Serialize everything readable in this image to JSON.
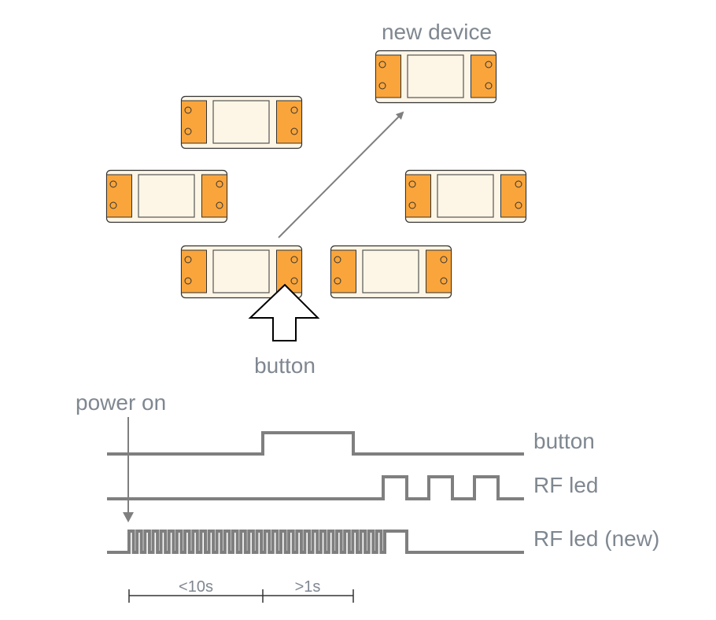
{
  "colors": {
    "device_body": "#fdf6e6",
    "device_terminal": "#faa53b",
    "device_outline": "#333333",
    "signal": "#7f7f7f",
    "label": "#7f8790",
    "arrow": "#7f7f7f"
  },
  "labels": {
    "new_device": "new device",
    "button": "button",
    "power_on": "power on"
  },
  "devices": [
    {
      "id": "device-upper-left",
      "role": "existing"
    },
    {
      "id": "device-middle-left",
      "role": "existing"
    },
    {
      "id": "device-middle-right",
      "role": "existing"
    },
    {
      "id": "device-pressed",
      "role": "existing",
      "has_button_pressed": true
    },
    {
      "id": "device-lower-right",
      "role": "existing"
    },
    {
      "id": "device-new",
      "role": "new"
    }
  ],
  "timing": {
    "signals": [
      {
        "name": "button",
        "label": "button",
        "description": "single press held for >1s after <10s from power on"
      },
      {
        "name": "rf-led",
        "label": "RF led",
        "pulses": 3
      },
      {
        "name": "rf-led-new",
        "label": "RF led (new)",
        "fast_pulses": 32
      }
    ],
    "intervals": [
      {
        "label": "<10s"
      },
      {
        "label": ">1s"
      }
    ]
  }
}
